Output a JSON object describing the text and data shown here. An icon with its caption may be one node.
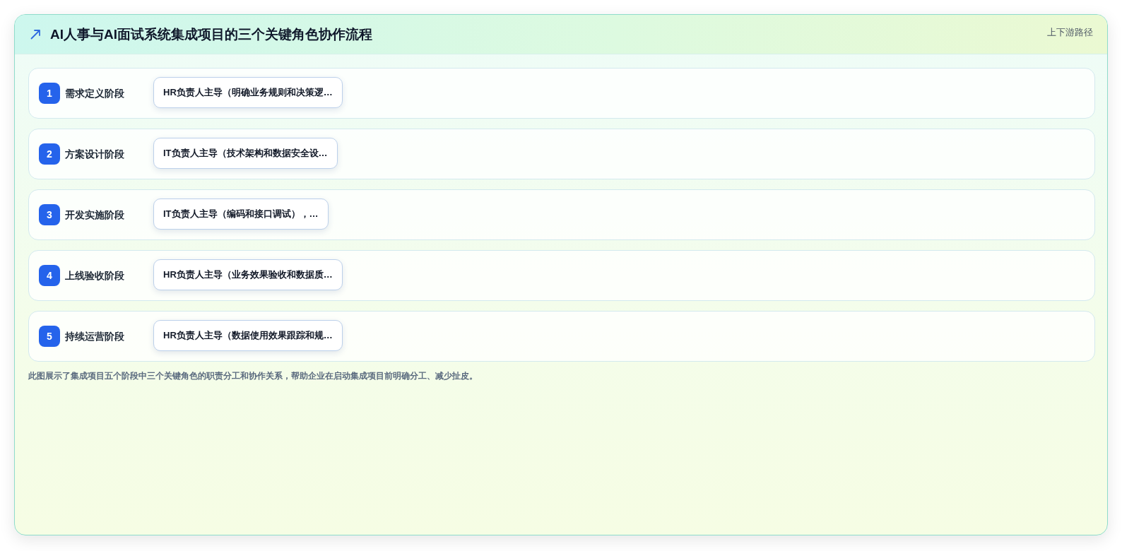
{
  "diagram": {
    "title": "AI人事与AI面试系统集成项目的三个关键角色协作流程",
    "caption": "此图展示了集成项目五个阶段中三个关键角色的职责分工和协作关系，帮助企业在启动集成项目前明确分工、减少扯皮。",
    "nodes": [
      {
        "text": [
          "需求定义阶段"
        ]
      },
      {
        "text": [
          "1"
        ],
        "in": 0
      },
      {
        "text": [
          "HR负责人主导（明确业务规则和决策逻…"
        ],
        "in": 0
      },
      {
        "text": [
          "方案设计阶段"
        ]
      },
      {
        "text": [
          "2"
        ],
        "in": 3
      },
      {
        "text": [
          "IT负责人主导（技术架构和数据安全设…"
        ],
        "in": 3
      },
      {
        "text": [
          "开发实施阶段"
        ]
      },
      {
        "text": [
          "3"
        ],
        "in": 6
      },
      {
        "text": [
          "IT负责人主导（编码和接口调试），…"
        ],
        "in": 6
      },
      {
        "text": [
          "上线验收阶段"
        ]
      },
      {
        "text": [
          "4"
        ],
        "in": 9
      },
      {
        "text": [
          "HR负责人主导（业务效果验收和数据质…"
        ],
        "in": 9
      },
      {
        "text": [
          "持续运营阶段"
        ]
      },
      {
        "text": [
          "5"
        ],
        "in": 12
      },
      {
        "text": [
          "HR负责人主导（数据使用效果跟踪和规…"
        ],
        "in": 12
      }
    ],
    "labels": [
      "上下游路径"
    ]
  }
}
